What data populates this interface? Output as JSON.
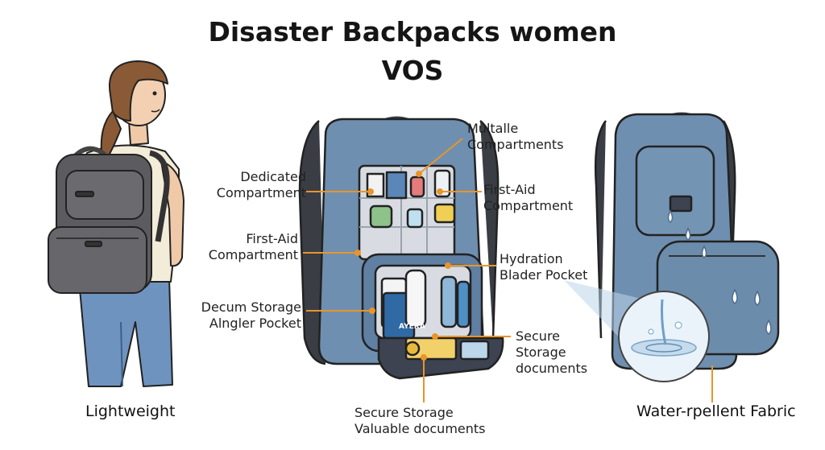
{
  "title_line1": "Disaster Backpacks women",
  "title_line2": "VOS",
  "labels": {
    "multalle_l1": "Multalle",
    "multalle_l2": "Compartments",
    "dedicated_l1": "Dedicated",
    "dedicated_l2": "Compartment",
    "firstaid_right_l1": "First-Aid",
    "firstaid_right_l2": "Compartment",
    "firstaid_left_l1": "First-Aid",
    "firstaid_left_l2": "Compartment",
    "hydration_l1": "Hydration",
    "hydration_l2": "Blader Pocket",
    "decum_l1": "Decum Storage",
    "decum_l2": "Alngler Pocket",
    "secure_right_l1": "Secure",
    "secure_right_l2": "Storage",
    "secure_right_l3": "documents",
    "secure_bottom_l1": "Secure Storage",
    "secure_bottom_l2": "Valuable documents"
  },
  "captions": {
    "left": "Lightweight",
    "right": "Water-rpellent Fabric"
  },
  "can_text": "AYERA",
  "colors": {
    "pack_blue": "#6f8fb0",
    "pack_dark_blue": "#4f6d8c",
    "pack_grey": "#5c5c60",
    "leader_orange": "#e8952a",
    "jeans": "#6f93bf"
  }
}
